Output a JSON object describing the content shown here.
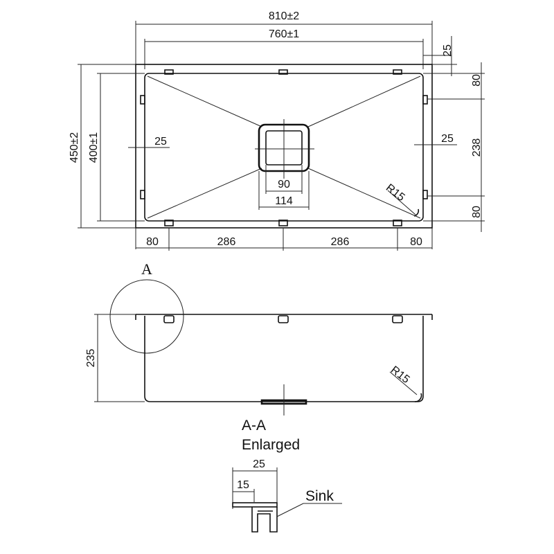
{
  "top_view": {
    "overall_width": "810±2",
    "inner_width": "760±1",
    "overall_depth": "450±2",
    "inner_depth": "400±1",
    "flange_right": "25",
    "offset_left": "25",
    "offset_right": "25",
    "right_top": "80",
    "right_mid": "238",
    "right_bottom": "80",
    "drain_inner": "90",
    "drain_outer": "114",
    "corner_radius": "R15",
    "bottom_left": "80",
    "bottom_mid_left": "286",
    "bottom_mid_right": "286",
    "bottom_right": "80"
  },
  "side_view": {
    "detail_marker": "A",
    "height": "235",
    "corner_radius": "R15"
  },
  "detail": {
    "title_line1": "A-A",
    "title_line2": "Enlarged",
    "width_outer": "25",
    "width_inner": "15",
    "callout": "Sink"
  }
}
